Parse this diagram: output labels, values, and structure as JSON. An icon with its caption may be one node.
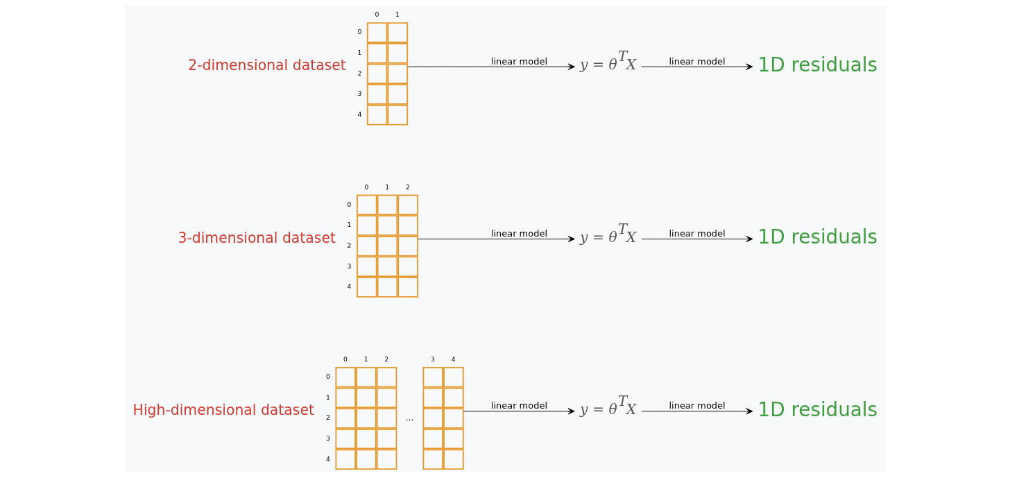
{
  "diagram": {
    "nodes": [
      {
        "text": [],
        "shape": "grid",
        "beside": [
          "2-dimensional dataset",
          "0",
          "1",
          "0",
          "1",
          "2",
          "3",
          "4"
        ]
      },
      {
        "text": [
          "y = θ$^{T}$X"
        ]
      },
      {
        "text": [
          "1D residuals"
        ]
      },
      {
        "text": [],
        "shape": "grid",
        "beside": [
          "3-dimensional dataset",
          "0",
          "1",
          "2",
          "0",
          "1",
          "2",
          "3",
          "4"
        ]
      },
      {
        "text": [
          "y = θ$^{T}$X"
        ]
      },
      {
        "text": [
          "1D residuals"
        ]
      },
      {
        "text": [
          "..."
        ],
        "beside": [
          "High-dimensional dataset",
          "0",
          "1",
          "2",
          "3",
          "4",
          "0",
          "1",
          "2",
          "3",
          "4"
        ]
      },
      {
        "text": [
          "y = θ$^{T}$X"
        ]
      },
      {
        "text": [
          "1D residuals"
        ]
      }
    ],
    "edges": [
      {
        "from": 0,
        "to": 1,
        "arrow": "to",
        "label": "linear model"
      },
      {
        "from": 1,
        "to": 2,
        "arrow": "to",
        "label": "linear model"
      },
      {
        "from": 3,
        "to": 4,
        "arrow": "to",
        "label": "linear model"
      },
      {
        "from": 4,
        "to": 5,
        "arrow": "to",
        "label": "linear model"
      },
      {
        "from": 6,
        "to": 7,
        "arrow": "to",
        "label": "linear model"
      },
      {
        "from": 7,
        "to": 8,
        "arrow": "to",
        "label": "linear model"
      }
    ]
  }
}
